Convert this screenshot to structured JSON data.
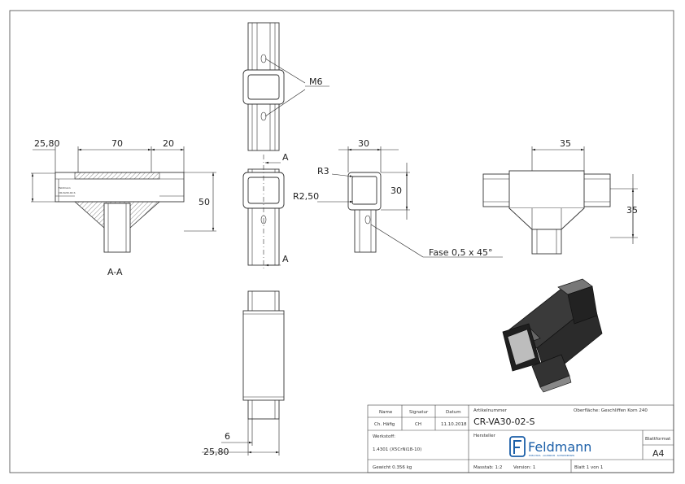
{
  "dimensions": {
    "left_total": "25,80",
    "left_70": "70",
    "left_20": "20",
    "left_50": "50",
    "section_label": "A-A",
    "m6": "M6",
    "section_a_top": "A",
    "section_a_bottom": "A",
    "w30": "30",
    "h30": "30",
    "r3": "R3",
    "r250": "R2,50",
    "fase": "Fase 0,5 x 45°",
    "r35w": "35",
    "r35h": "35",
    "bottom_6": "6",
    "bottom_2580": "25,80"
  },
  "title_block": {
    "name_hdr": "Name",
    "sig_hdr": "Signatur",
    "date_hdr": "Datum",
    "drawn_name": "Ch. Häfig",
    "drawn_sig": "CH",
    "drawn_date": "11.10.2018",
    "artikel_label": "Artikelnummer",
    "article_number": "CR-VA30-02-S",
    "surface": "Oberfläche: Geschliffen Korn 240",
    "werkstoff_label": "Werkstoff:",
    "werkstoff": "1.4301 (X5CrNi18-10)",
    "hersteller_label": "Hersteller",
    "brand": "Feldmann",
    "brand_tagline": "EDELSTAHL · ALUMINIUM · SCHMIEDEEISEN",
    "blattformat_label": "Blattformat",
    "blattformat": "A4",
    "gewicht": "Gewicht 0.356 kg",
    "massstab": "Masstab: 1:2",
    "version": "Version: 1",
    "blatt": "Blatt 1 von 1"
  },
  "colors": {
    "line": "#333333",
    "hatch": "#555555",
    "iso_dark": "#2b2b2b",
    "brand_blue": "#1b5fa8"
  }
}
